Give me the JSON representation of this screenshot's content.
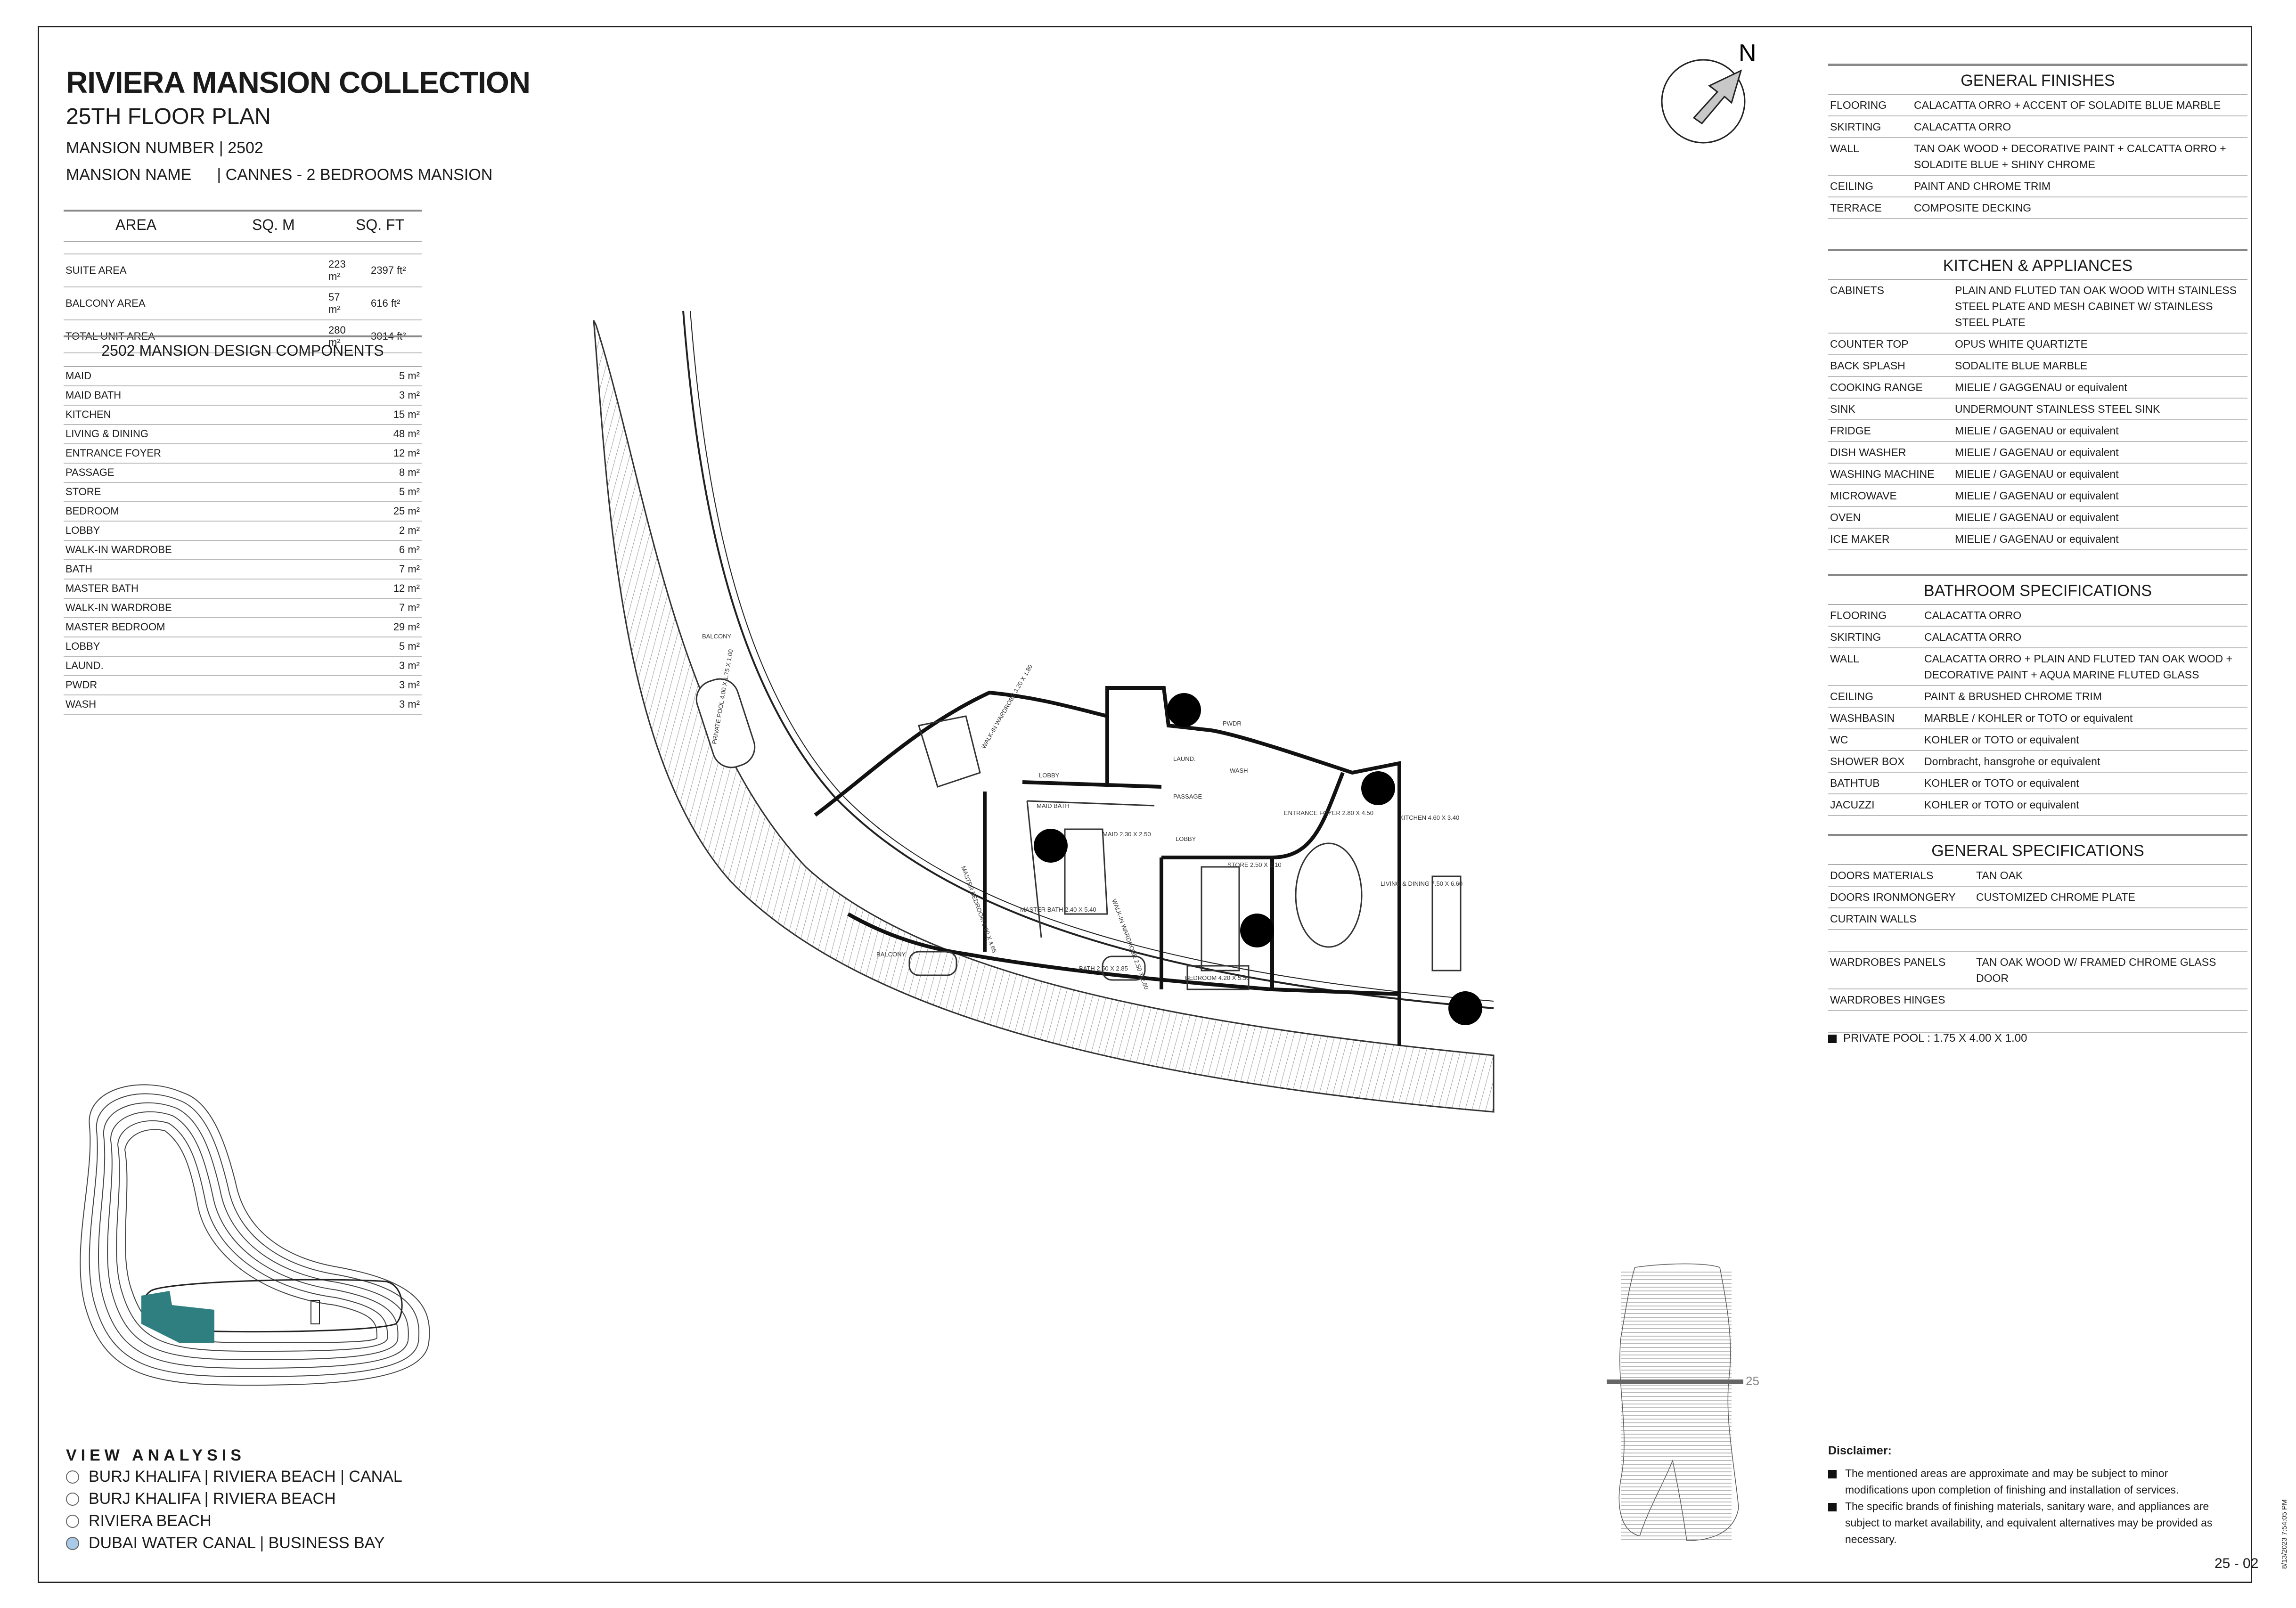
{
  "header": {
    "title": "RIVIERA MANSION COLLECTION",
    "floor": "25TH FLOOR PLAN",
    "mansion_number_label": "MANSION NUMBER | 2502",
    "mansion_name_label": "MANSION NAME",
    "mansion_name_value": "| CANNES - 2 BEDROOMS MANSION"
  },
  "area_table": {
    "columns": [
      "AREA",
      "SQ. M",
      "SQ. FT"
    ],
    "rows": [
      {
        "name": "SUITE AREA",
        "sqm": "223 m²",
        "sqft": "2397 ft²"
      },
      {
        "name": "BALCONY AREA",
        "sqm": "57 m²",
        "sqft": "616 ft²"
      },
      {
        "name": "TOTAL UNIT AREA",
        "sqm": "280 m²",
        "sqft": "3014 ft²"
      }
    ]
  },
  "components": {
    "title": "2502 MANSION DESIGN COMPONENTS",
    "rows": [
      {
        "name": "MAID",
        "value": "5 m²"
      },
      {
        "name": "MAID BATH",
        "value": "3 m²"
      },
      {
        "name": "KITCHEN",
        "value": "15 m²"
      },
      {
        "name": "LIVING & DINING",
        "value": "48 m²"
      },
      {
        "name": "ENTRANCE FOYER",
        "value": "12 m²"
      },
      {
        "name": "PASSAGE",
        "value": "8 m²"
      },
      {
        "name": "STORE",
        "value": "5 m²"
      },
      {
        "name": "BEDROOM",
        "value": "25 m²"
      },
      {
        "name": "LOBBY",
        "value": "2 m²"
      },
      {
        "name": "WALK-IN WARDROBE",
        "value": "6 m²"
      },
      {
        "name": "BATH",
        "value": "7 m²"
      },
      {
        "name": "MASTER BATH",
        "value": "12 m²"
      },
      {
        "name": "WALK-IN WARDROBE",
        "value": "7 m²"
      },
      {
        "name": "MASTER BEDROOM",
        "value": "29 m²"
      },
      {
        "name": "LOBBY",
        "value": "5 m²"
      },
      {
        "name": "LAUND.",
        "value": "3 m²"
      },
      {
        "name": "PWDR",
        "value": "3 m²"
      },
      {
        "name": "WASH",
        "value": "3 m²"
      }
    ]
  },
  "compass": {
    "label": "N"
  },
  "general_finishes": {
    "title": "GENERAL FINISHES",
    "rows": [
      {
        "k": "FLOORING",
        "v": "CALACATTA ORRO + ACCENT OF SOLADITE BLUE MARBLE"
      },
      {
        "k": "SKIRTING",
        "v": "CALACATTA ORRO"
      },
      {
        "k": "WALL",
        "v": "TAN OAK WOOD + DECORATIVE PAINT + CALCATTA ORRO + SOLADITE BLUE + SHINY CHROME"
      },
      {
        "k": "CEILING",
        "v": "PAINT AND CHROME TRIM"
      },
      {
        "k": "TERRACE",
        "v": "COMPOSITE DECKING"
      }
    ]
  },
  "kitchen": {
    "title": "KITCHEN & APPLIANCES",
    "rows": [
      {
        "k": "CABINETS",
        "v": "PLAIN AND FLUTED TAN OAK WOOD WITH STAINLESS STEEL PLATE AND MESH CABINET W/ STAINLESS STEEL PLATE"
      },
      {
        "k": "COUNTER TOP",
        "v": "OPUS WHITE QUARTIZTE"
      },
      {
        "k": "BACK SPLASH",
        "v": "SODALITE BLUE MARBLE"
      },
      {
        "k": "COOKING RANGE",
        "v": "MIELIE / GAGGENAU or equivalent"
      },
      {
        "k": "SINK",
        "v": "UNDERMOUNT STAINLESS STEEL SINK"
      },
      {
        "k": "FRIDGE",
        "v": "MIELIE / GAGENAU or equivalent"
      },
      {
        "k": "DISH WASHER",
        "v": "MIELIE / GAGENAU or equivalent"
      },
      {
        "k": "WASHING MACHINE",
        "v": "MIELIE / GAGENAU or equivalent"
      },
      {
        "k": "MICROWAVE",
        "v": "MIELIE / GAGENAU or equivalent"
      },
      {
        "k": "OVEN",
        "v": "MIELIE / GAGENAU or equivalent"
      },
      {
        "k": "ICE MAKER",
        "v": "MIELIE / GAGENAU or equivalent"
      }
    ]
  },
  "bathroom": {
    "title": "BATHROOM SPECIFICATIONS",
    "rows": [
      {
        "k": "FLOORING",
        "v": "CALACATTA ORRO"
      },
      {
        "k": "SKIRTING",
        "v": "CALACATTA ORRO"
      },
      {
        "k": "WALL",
        "v": "CALACATTA ORRO + PLAIN AND FLUTED TAN OAK WOOD + DECORATIVE PAINT + AQUA MARINE FLUTED GLASS"
      },
      {
        "k": "CEILING",
        "v": "PAINT & BRUSHED CHROME TRIM"
      },
      {
        "k": "WASHBASIN",
        "v": "MARBLE / KOHLER or TOTO or equivalent"
      },
      {
        "k": "WC",
        "v": "KOHLER or TOTO or equivalent"
      },
      {
        "k": "SHOWER BOX",
        "v": "Dornbracht, hansgrohe or equivalent"
      },
      {
        "k": "BATHTUB",
        "v": "KOHLER or TOTO or equivalent"
      },
      {
        "k": "JACUZZI",
        "v": "KOHLER or TOTO or equivalent"
      }
    ]
  },
  "general_specs": {
    "title": "GENERAL SPECIFICATIONS",
    "rows": [
      {
        "k": "DOORS MATERIALS",
        "v": "TAN OAK"
      },
      {
        "k": "DOORS IRONMONGERY",
        "v": "CUSTOMIZED CHROME PLATE"
      },
      {
        "k": "CURTAIN WALLS",
        "v": ""
      },
      {
        "k": "",
        "v": ""
      },
      {
        "k": "WARDROBES PANELS",
        "v": "TAN OAK WOOD W/ FRAMED CHROME GLASS DOOR"
      },
      {
        "k": "WARDROBES HINGES",
        "v": ""
      },
      {
        "k": "",
        "v": ""
      }
    ]
  },
  "pool": "PRIVATE POOL : 1.75 X 4.00 X 1.00",
  "disclaimer": {
    "title": "Disclaimer:",
    "items": [
      "The mentioned areas are approximate and may be subject to minor modifications upon completion of finishing and installation of services.",
      "The specific brands of finishing materials, sanitary ware, and appliances are subject to market availability, and equivalent alternatives may be provided as necessary."
    ]
  },
  "page_number": "25 - 02",
  "date_stamp": "8/13/2023 7:54:05 PM",
  "view_analysis": {
    "title": "VIEW ANALYSIS",
    "items": [
      {
        "label": "BURJ KHALIFA | RIVIERA BEACH | CANAL",
        "selected": false
      },
      {
        "label": "BURJ KHALIFA | RIVIERA BEACH",
        "selected": false
      },
      {
        "label": "RIVIERA BEACH",
        "selected": false
      },
      {
        "label": "DUBAI WATER CANAL | BUSINESS BAY",
        "selected": true
      }
    ]
  },
  "level_marker": "25",
  "plan": {
    "balcony": "BALCONY",
    "pool_label": "PRIVATE POOL 4.00 X 1.75 X 1.00",
    "walkin_1": "WALK-IN WARDROBE 3.20 X 1.80",
    "lobby_1": "LOBBY",
    "master_bedroom": "MASTER BEDROOM 6.00 X 4.65",
    "maid_bath": "MAID BATH",
    "maid": "MAID 2.30 X 2.50",
    "passage": "PASSAGE",
    "pwdr": "PWDR",
    "laund": "LAUND.",
    "wash": "WASH",
    "lobby_2": "LOBBY",
    "store": "STORE 2.50 X 2.10",
    "entrance_foyer": "ENTRANCE FOYER 2.80 X 4.50",
    "kitchen": "KITCHEN 4.60 X 3.40",
    "living_dining": "LIVING & DINING 7.50 X 6.60",
    "master_bath": "MASTER BATH 2.40 X 5.40",
    "walkin_2": "WALK-IN WARDROBE 2.50 X 2.80",
    "bath": "BATH 2.50 X 2.85",
    "bedroom": "BEDROOM 4.20 X 5.50"
  },
  "colors": {
    "selected_radio": "#a9cbe8",
    "highlight_unit": "#2f7f80"
  }
}
